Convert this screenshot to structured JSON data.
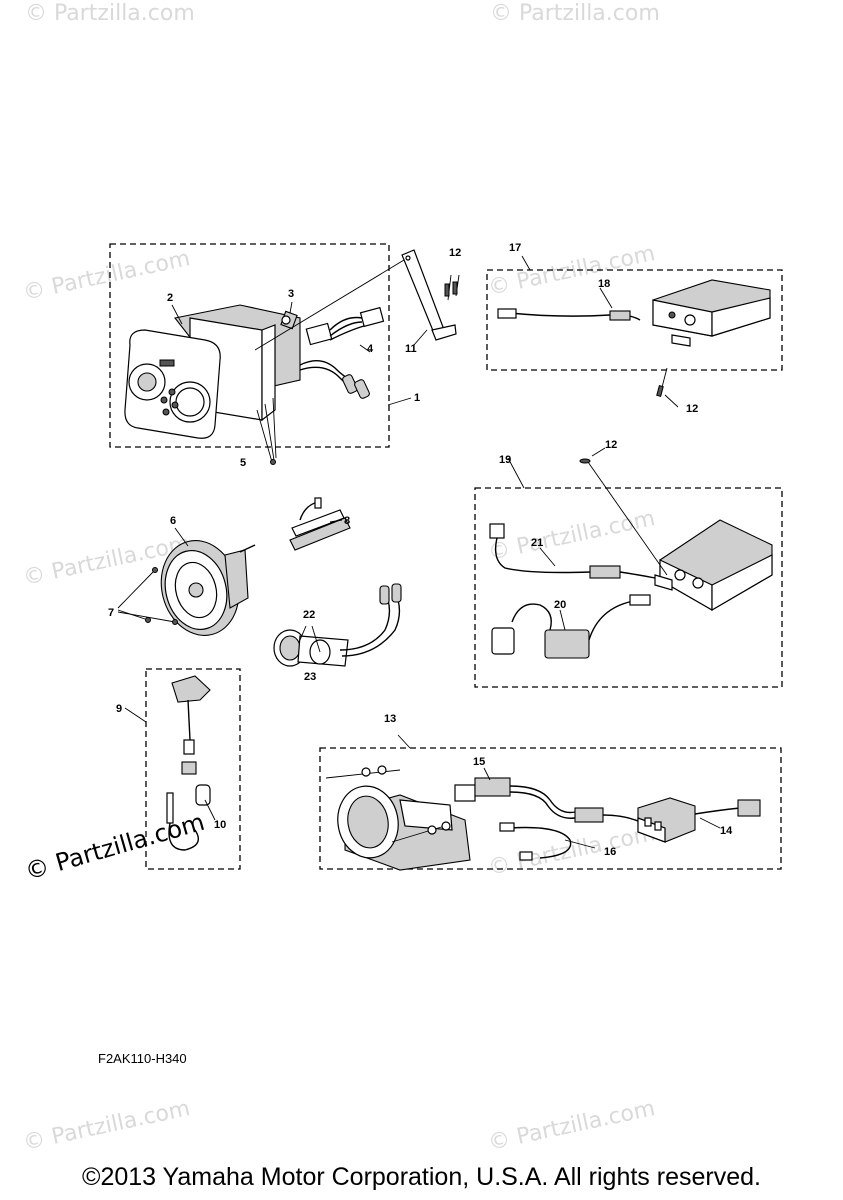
{
  "diagram": {
    "code": "F2AK110-H340",
    "copyright": "©2013 Yamaha Motor Corporation, U.S.A. All rights reserved.",
    "watermark": "© Partzilla.com",
    "callouts": {
      "c1": "1",
      "c2": "2",
      "c3": "3",
      "c4": "4",
      "c5": "5",
      "c6": "6",
      "c7": "7",
      "c8": "8",
      "c9": "9",
      "c10": "10",
      "c11": "11",
      "c12": "12",
      "c13": "13",
      "c14": "14",
      "c15": "15",
      "c16": "16",
      "c17": "17",
      "c18": "18",
      "c19": "19",
      "c20": "20",
      "c21": "21",
      "c22": "22",
      "c23": "23"
    }
  }
}
